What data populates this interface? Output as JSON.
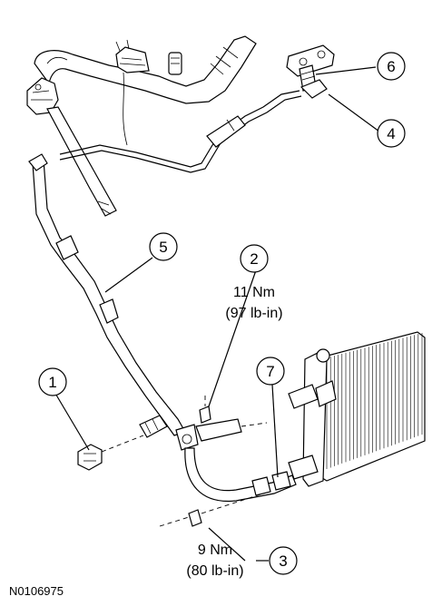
{
  "callouts": [
    {
      "num": "1"
    },
    {
      "num": "2",
      "torque_nm": "11 Nm",
      "torque_lbin": "(97 lb-in)"
    },
    {
      "num": "3",
      "torque_nm": "9 Nm",
      "torque_lbin": "(80 lb-in)"
    },
    {
      "num": "4"
    },
    {
      "num": "5"
    },
    {
      "num": "6"
    },
    {
      "num": "7"
    }
  ],
  "reference_id": "N0106975",
  "colors": {
    "ink": "#000000",
    "background": "#ffffff"
  }
}
